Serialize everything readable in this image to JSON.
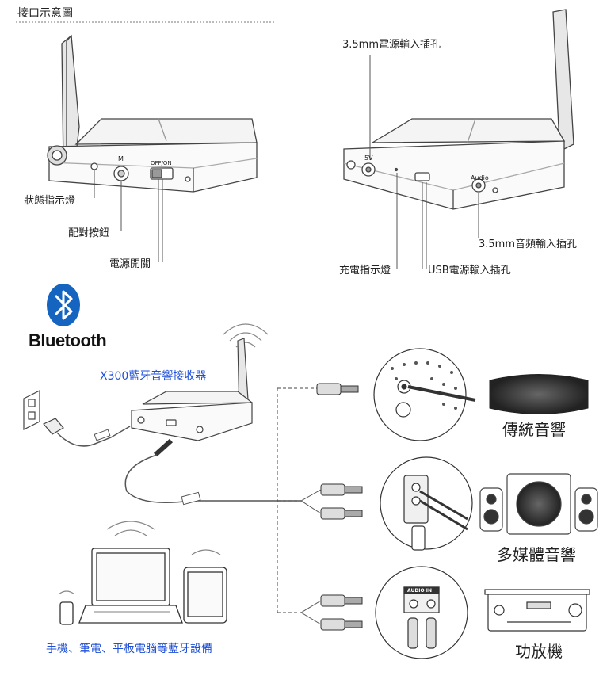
{
  "header": {
    "title": "接口示意圖"
  },
  "front_view": {
    "panel_m": "M",
    "panel_switch": "OFF/ON",
    "labels": {
      "status_led": "狀態指示燈",
      "pair_button": "配對按鈕",
      "power_switch": "電源開關"
    }
  },
  "back_view": {
    "panel_5v": "5V",
    "panel_audio": "Audio",
    "labels": {
      "dc_input": "3.5mm電源輸入插孔",
      "audio_output": "3.5mm音頻輸入插孔",
      "charge_led": "充電指示燈",
      "usb_input": "USB電源輸入插孔"
    }
  },
  "connection": {
    "bluetooth_word": "Bluetooth",
    "receiver_label": "X300藍牙音響接收器",
    "source_devices_label": "手機、筆電、平板電腦等藍牙設備",
    "audio_in_label": "AUDIO IN",
    "outputs": [
      {
        "label": "傳統音響"
      },
      {
        "label": "多媒體音響"
      },
      {
        "label": "功放機"
      }
    ]
  },
  "colors": {
    "accent_blue": "#1f4fd6",
    "bluetooth_blue": "#1565c0"
  }
}
